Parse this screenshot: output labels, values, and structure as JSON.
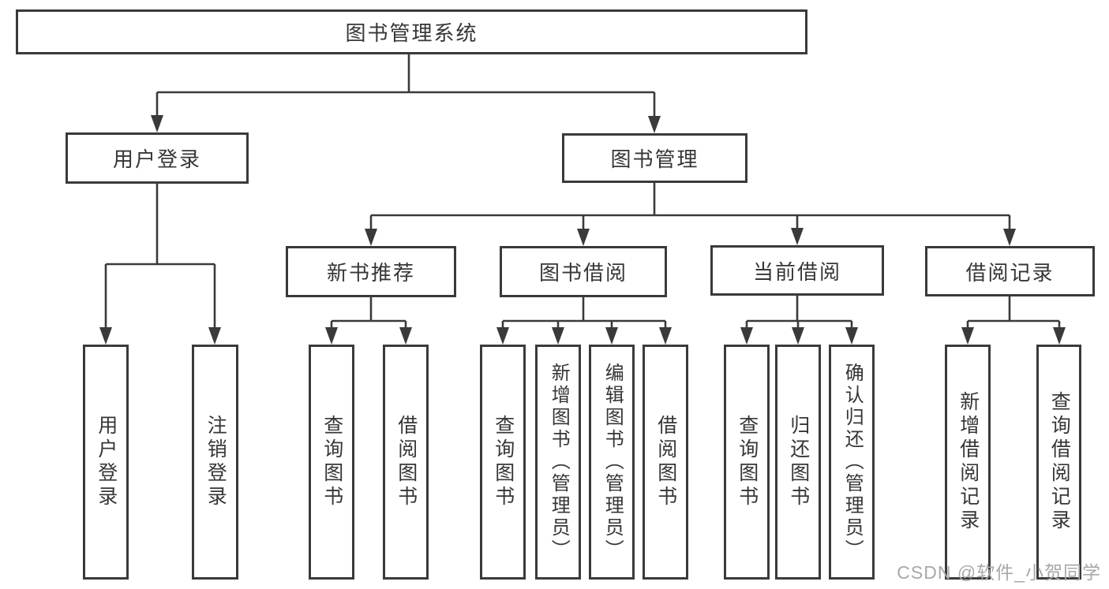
{
  "nodes": {
    "root": {
      "label": "图书管理系统"
    },
    "user_login": {
      "label": "用户登录"
    },
    "book_mgmt": {
      "label": "图书管理"
    },
    "new_book_rec": {
      "label": "新书推荐"
    },
    "book_borrow": {
      "label": "图书借阅"
    },
    "current_borrow": {
      "label": "当前借阅"
    },
    "borrow_records": {
      "label": "借阅记录"
    },
    "leaf_user_login": {
      "label": "用户登录"
    },
    "leaf_logout": {
      "label": "注销登录"
    },
    "leaf_rec_query_books": {
      "label": "查询图书"
    },
    "leaf_rec_borrow_books": {
      "label": "借阅图书"
    },
    "leaf_bb_query_books": {
      "label": "查询图书"
    },
    "leaf_bb_add_books": {
      "label": "新增图书（管理员）"
    },
    "leaf_bb_edit_books": {
      "label": "编辑图书（管理员）"
    },
    "leaf_bb_borrow_books": {
      "label": "借阅图书"
    },
    "leaf_cb_query_books": {
      "label": "查询图书"
    },
    "leaf_cb_return_books": {
      "label": "归还图书"
    },
    "leaf_cb_confirm_return": {
      "label": "确认归还（管理员）"
    },
    "leaf_br_add_record": {
      "label": "新增借阅记录"
    },
    "leaf_br_query_record": {
      "label": "查询借阅记录"
    }
  },
  "watermark": {
    "text": "CSDN @软件_小贺同学"
  },
  "colors": {
    "line": "#3a3a3a",
    "text": "#363636",
    "watermark": "#a8a8a8",
    "background": "#ffffff"
  }
}
